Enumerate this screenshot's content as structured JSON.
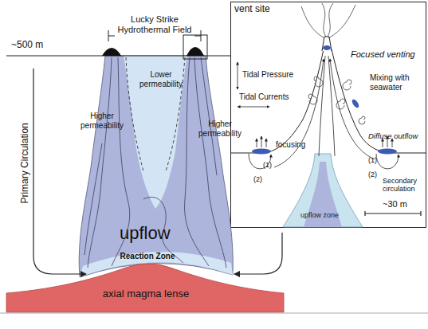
{
  "diagram": {
    "nodes": [
      {
        "text": [
          "vent site"
        ]
      },
      {
        "text": [
          "upflow zone"
        ],
        "in": 0
      },
      {
        "text": [
          "upflow"
        ]
      },
      {
        "text": [
          "axial magma lense"
        ]
      }
    ],
    "labels": [
      "Lucky Strike Hydrothermal Field",
      "~500 m",
      "Primary Circulation",
      "Lower permeability",
      "Higher permeability",
      "Higher permeability",
      "Reaction Zone",
      "Tidal Pressure",
      "Tidal Currents",
      "Focused venting",
      "Mixing with seawater",
      "Diffuse outflow",
      "focusing",
      "(1)",
      "(1)",
      "(2)",
      "(2)",
      "Secondary circulation",
      "~30 m"
    ]
  }
}
